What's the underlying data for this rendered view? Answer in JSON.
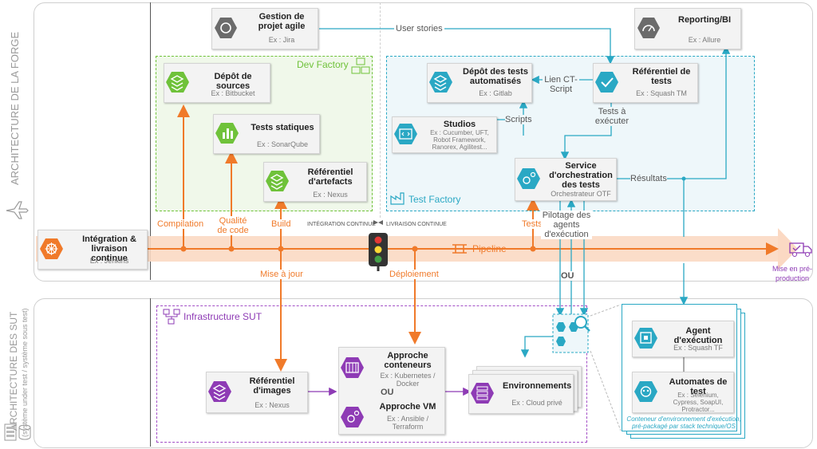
{
  "side_labels": {
    "forge": "ARCHITECTURE DE LA FORGE",
    "sut": "ARCHITECTURE DES SUT",
    "sut_sub": "(système under test / système sous test)"
  },
  "zones": {
    "dev_factory": "Dev Factory",
    "test_factory": "Test Factory",
    "infra_sut": "Infrastructure SUT"
  },
  "cards": {
    "gestion": {
      "title": "Gestion de projet agile",
      "sub": "Ex : Jira"
    },
    "reporting": {
      "title": "Reporting/BI",
      "sub": "Ex : Allure"
    },
    "depot_sources": {
      "title": "Dépôt de sources",
      "sub": "Ex : Bitbucket"
    },
    "tests_statiques": {
      "title": "Tests statiques",
      "sub": "Ex : SonarQube"
    },
    "ref_artefacts": {
      "title": "Référentiel d'artefacts",
      "sub": "Ex : Nexus"
    },
    "depot_tests": {
      "title": "Dépôt des tests automatisés",
      "sub": "Ex : Gitlab"
    },
    "ref_tests": {
      "title": "Référentiel de tests",
      "sub": "Ex : Squash TM"
    },
    "studios": {
      "title": "Studios",
      "sub": "Ex : Cucumber, UFT, Robot Framework, Ranorex, Agilitest..."
    },
    "orchestration": {
      "title": "Service d'orchestration des tests",
      "sub": "Orchestrateur OTF"
    },
    "integration": {
      "title": "Intégration & livraison continue",
      "sub": "Ex : Jenkins"
    },
    "ref_images": {
      "title": "Référentiel d'images",
      "sub": "Ex : Nexus"
    },
    "conteneurs": {
      "title": "Approche conteneurs",
      "sub": "Ex : Kubernetes / Docker"
    },
    "vm": {
      "title": "Approche VM",
      "sub": "Ex : Ansible / Terraform"
    },
    "environnements": {
      "title": "Environnements",
      "sub": "Ex : Cloud privé"
    },
    "agent": {
      "title": "Agent d'exécution",
      "sub": "Ex : Squash TF"
    },
    "automates": {
      "title": "Automates de test",
      "sub": "Ex : Selenium, Cypress, SoapUI, Protractor..."
    }
  },
  "labels": {
    "user_stories": "User stories",
    "lien_ct": "Lien CT-Script",
    "scripts": "Scripts",
    "tests_a_executer": "Tests à exécuter",
    "resultats": "Résultats",
    "compilation": "Compilation",
    "qualite": "Qualité de code",
    "build": "Build",
    "tests": "Tests",
    "pilotage": "Pilotage des agents d'exécution",
    "integration_continue": "INTÉGRATION CONTINUE",
    "livraison_continue": "LIVRAISON CONTINUE",
    "pipeline": "Pipeline",
    "mise_prod": "Mise en pré-production",
    "mise_a_jour": "Mise à jour",
    "deploiement": "Déploiement",
    "ou_1": "OU",
    "ou_2": "OU",
    "conteneur_env": "Conteneur d'environnement d'exécution, pré-packagé par stack technique/OS"
  },
  "colors": {
    "orange": "#f07a2a",
    "green": "#6fc23a",
    "blue": "#2aa8c4",
    "purple": "#8e3bb5",
    "gray_icon": "#6b6b6b"
  }
}
